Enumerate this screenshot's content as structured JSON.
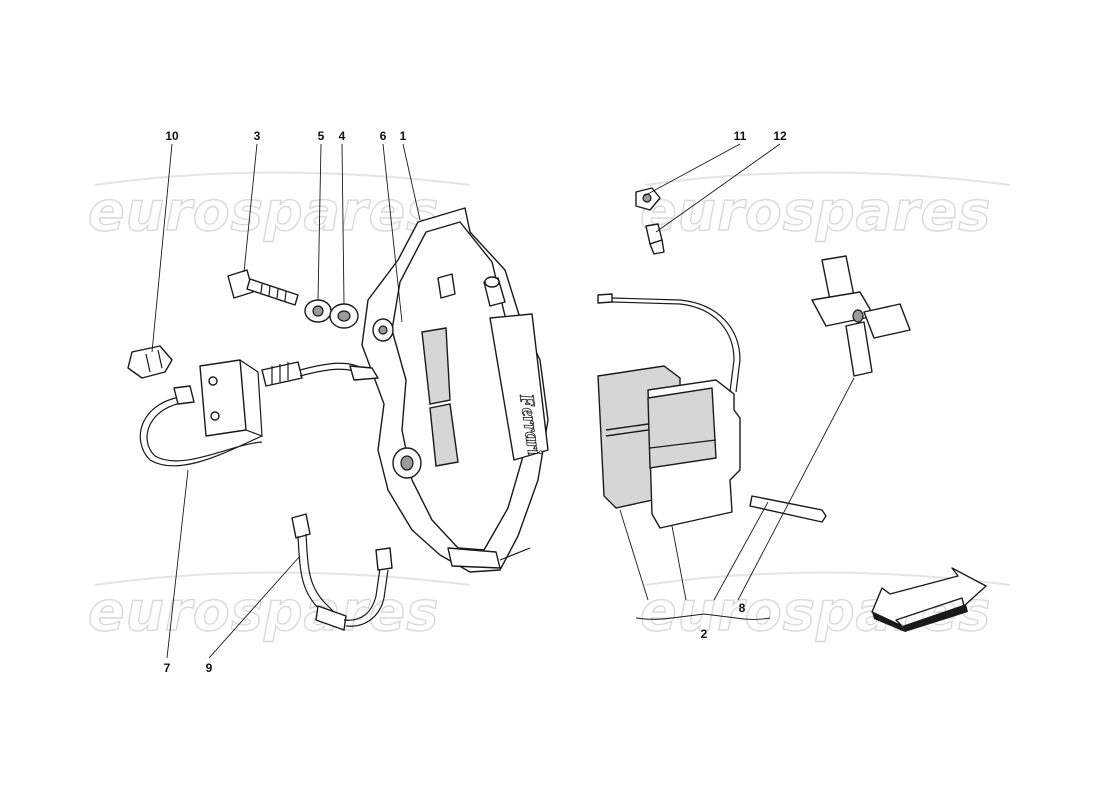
{
  "watermark": {
    "text": "eurospares"
  },
  "callouts": [
    {
      "id": "10",
      "label": "10"
    },
    {
      "id": "3",
      "label": "3"
    },
    {
      "id": "5",
      "label": "5"
    },
    {
      "id": "4",
      "label": "4"
    },
    {
      "id": "6",
      "label": "6"
    },
    {
      "id": "1",
      "label": "1"
    },
    {
      "id": "11",
      "label": "11"
    },
    {
      "id": "12",
      "label": "12"
    },
    {
      "id": "7",
      "label": "7"
    },
    {
      "id": "9",
      "label": "9"
    },
    {
      "id": "8",
      "label": "8"
    },
    {
      "id": "2",
      "label": "2"
    }
  ],
  "caliper_logo": {
    "text": "Ferrari"
  },
  "icons": [
    "direction-arrow-icon"
  ]
}
